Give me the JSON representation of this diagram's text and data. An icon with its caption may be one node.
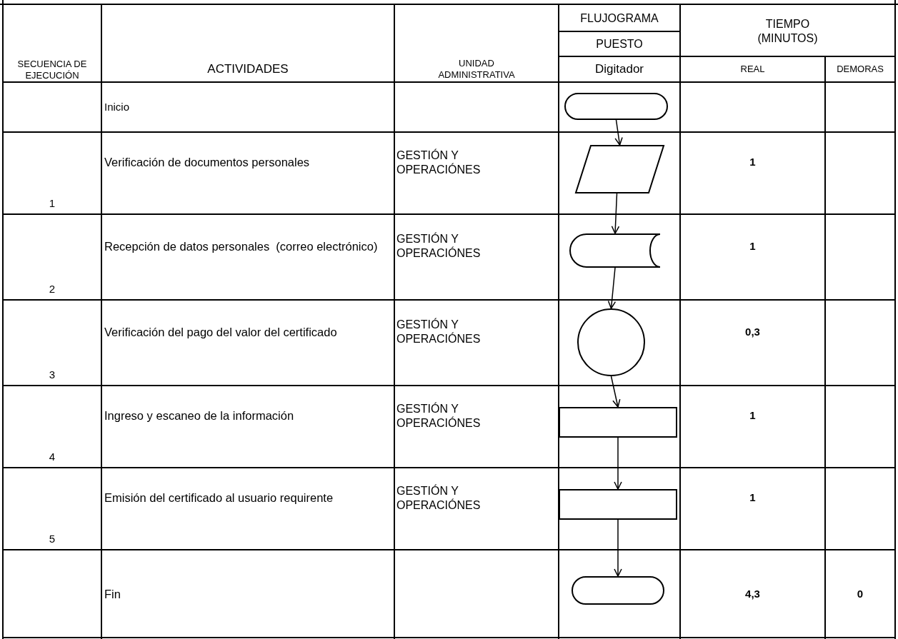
{
  "diagram": {
    "nodes": [
      {
        "text": [],
        "shape": "terminal"
      },
      {
        "text": [],
        "shape": "parallelogram"
      },
      {
        "text": [],
        "shape": "stored-data"
      },
      {
        "text": [],
        "shape": "circle"
      },
      {
        "text": [],
        "shape": "box"
      },
      {
        "text": [],
        "shape": "box"
      },
      {
        "text": [],
        "shape": "terminal"
      }
    ],
    "edges": [
      {
        "from": 0,
        "to": 1,
        "arrow": "to"
      },
      {
        "from": 1,
        "to": 2,
        "arrow": "to"
      },
      {
        "from": 2,
        "to": 3,
        "arrow": "to"
      },
      {
        "from": 3,
        "to": 4,
        "arrow": "to"
      },
      {
        "from": 4,
        "to": 5,
        "arrow": "to"
      },
      {
        "from": 5,
        "to": 6,
        "arrow": "to"
      }
    ],
    "labels": [
      "FLUJOGRAMA",
      "TIEMPO (MINUTOS)",
      "PUESTO",
      "SECUENCIA DE EJECUCIÓN",
      "ACTIVIDADES",
      "UNIDAD ADMINISTRATIVA",
      "Digitador",
      "REAL",
      "DEMORAS",
      "Inicio",
      "Verificación de documentos personales",
      "GESTIÓN Y OPERACIÓNES",
      "1",
      "1",
      "Recepción de datos personales  (correo electrónico)",
      "GESTIÓN Y OPERACIÓNES",
      "1",
      "2",
      "Verificación del pago del valor del certificado",
      "GESTIÓN Y OPERACIÓNES",
      "0,3",
      "3",
      "Ingreso y escaneo de la información",
      "GESTIÓN Y OPERACIÓNES",
      "1",
      "4",
      "Emisión del certificado al usuario requirente",
      "GESTIÓN Y OPERACIÓNES",
      "1",
      "5",
      "Fin",
      "4,3",
      "0"
    ]
  }
}
